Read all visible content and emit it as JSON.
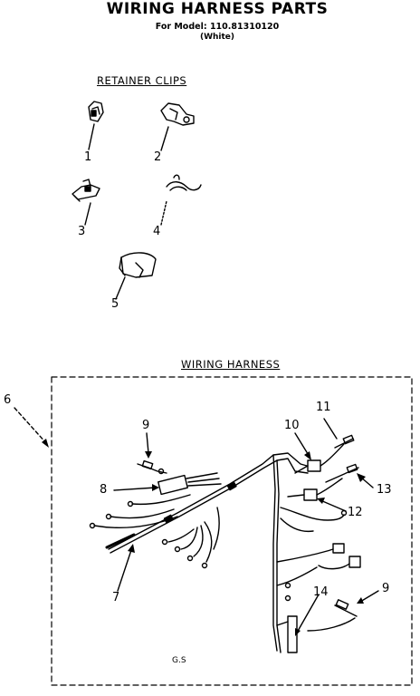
{
  "title": "WIRING HARNESS PARTS",
  "model_line": "For Model: 110.81310120",
  "color_line": "(White)",
  "sections": {
    "retainer_clips": "RETAINER CLIPS",
    "wiring_harness": "WIRING HARNESS"
  },
  "callouts": {
    "c1": "1",
    "c2": "2",
    "c3": "3",
    "c4": "4",
    "c5": "5",
    "c6": "6",
    "c7": "7",
    "c8": "8",
    "c9a": "9",
    "c9b": "9",
    "c10": "10",
    "c11": "11",
    "c12": "12",
    "c13": "13",
    "c14": "14"
  },
  "footer_code": "G.S"
}
